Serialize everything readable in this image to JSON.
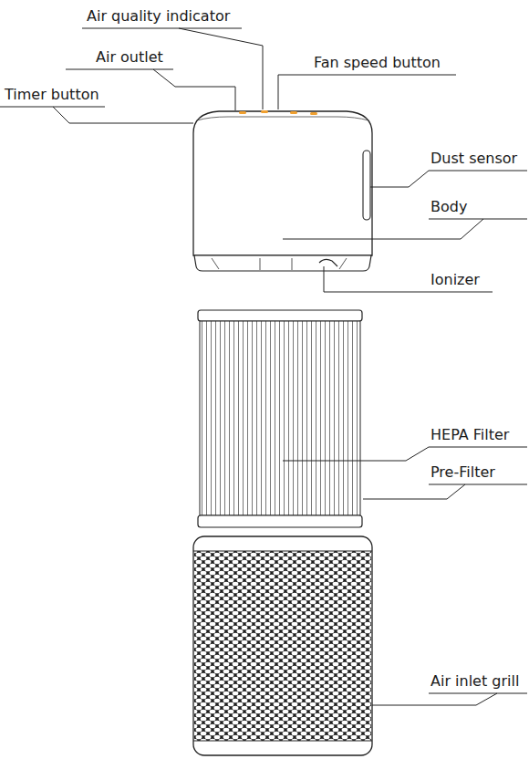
{
  "diagram": {
    "labels": [
      "Air quality indicator",
      "Air outlet",
      "Fan speed button",
      "Timer button",
      "Dust sensor",
      "Body",
      "Ionizer",
      "HEPA Filter",
      "Pre-Filter",
      "Air inlet grill"
    ]
  }
}
